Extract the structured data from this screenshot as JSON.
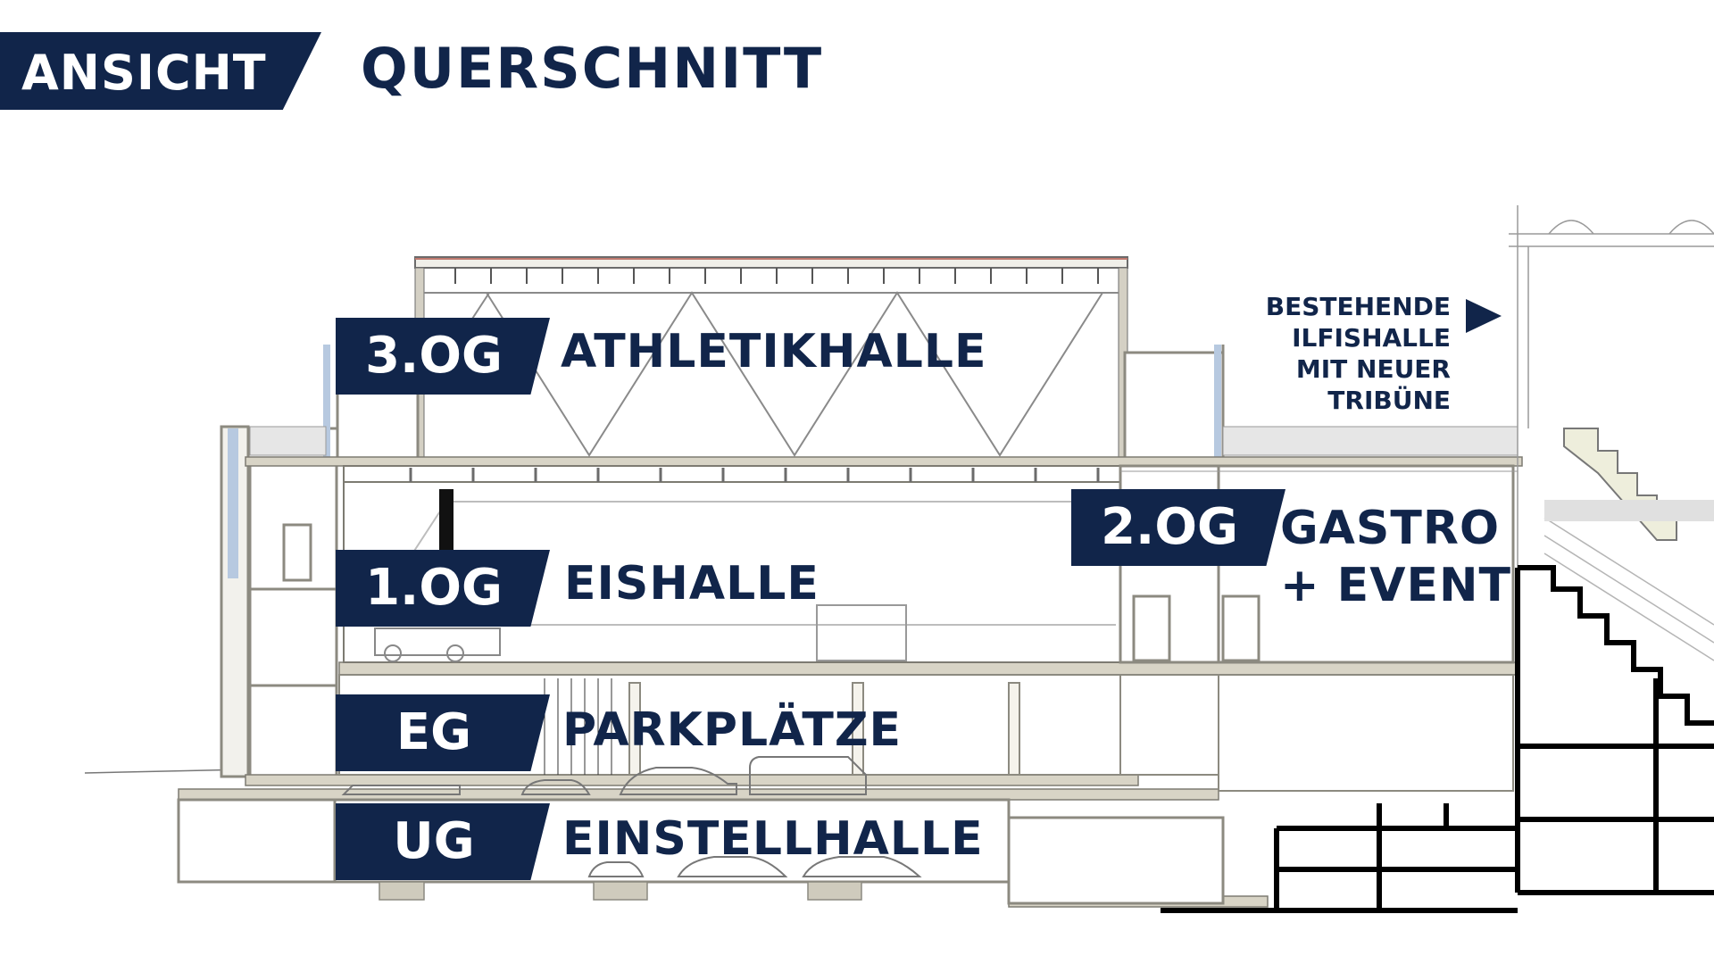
{
  "header": {
    "view_tag": "ANSICHT",
    "title": "QUERSCHNITT"
  },
  "floors": [
    {
      "level": "3.OG",
      "name": "ATHLETIKHALLE"
    },
    {
      "level": "2.OG",
      "name_line1": "GASTRO",
      "name_line2": "+ EVENT"
    },
    {
      "level": "1.OG",
      "name": "EISHALLE"
    },
    {
      "level": "EG",
      "name": "PARKPLÄTZE"
    },
    {
      "level": "UG",
      "name": "EINSTELLHALLE"
    }
  ],
  "note": {
    "line1": "BESTEHENDE",
    "line2": "ILFISHALLE",
    "line3": "MIT NEUER",
    "line4": "TRIBÜNE"
  },
  "colors": {
    "accent": "#11254a",
    "line": "#7a7a7a",
    "wall": "#c9c4b4",
    "heavy": "#000000"
  }
}
